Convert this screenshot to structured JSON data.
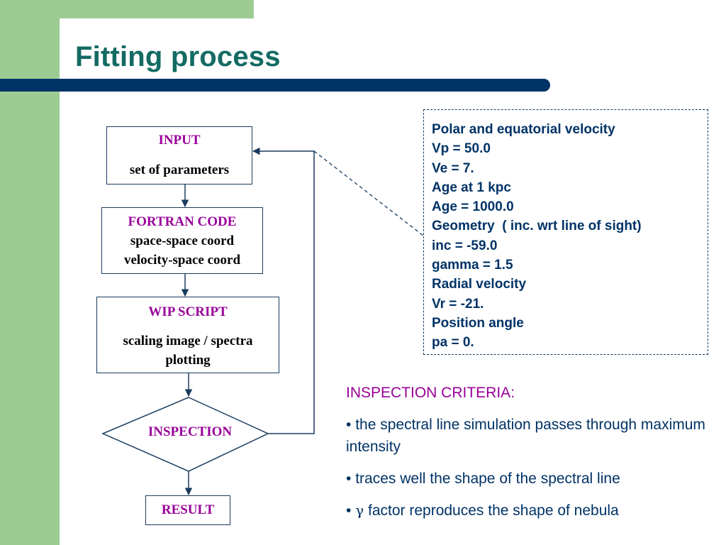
{
  "slide": {
    "title": "Fitting process"
  },
  "colors": {
    "accent_green": "#9ccc94",
    "title_teal": "#136b63",
    "navy": "#003366",
    "magenta_heading": "#990099",
    "box_border": "#1a3c5e"
  },
  "flowchart": {
    "input": {
      "heading": "INPUT",
      "text": "set of parameters"
    },
    "fortran": {
      "heading": "FORTRAN CODE",
      "lines": [
        "space-space coord",
        "velocity-space coord"
      ]
    },
    "wip": {
      "heading": "WIP SCRIPT",
      "lines": [
        "scaling image / spectra",
        "plotting"
      ]
    },
    "inspection": {
      "label": "INSPECTION"
    },
    "result": {
      "label": "RESULT"
    }
  },
  "parameters": {
    "lines": [
      "Polar and equatorial velocity",
      "Vp = 50.0",
      "Ve = 7.",
      "Age at 1 kpc",
      "Age = 1000.0",
      "Geometry  ( inc. wrt line of sight)",
      "inc = -59.0",
      "gamma = 1.5",
      "Radial velocity",
      "Vr = -21.",
      "Position angle",
      "pa = 0."
    ]
  },
  "criteria": {
    "title": "INSPECTION CRITERIA:",
    "bullet": "•",
    "items": [
      "the spectral line simulation passes through maximum intensity",
      "traces well the shape of the spectral line"
    ],
    "gamma_item": {
      "symbol": "γ",
      "text": "factor reproduces the shape of nebula"
    }
  }
}
